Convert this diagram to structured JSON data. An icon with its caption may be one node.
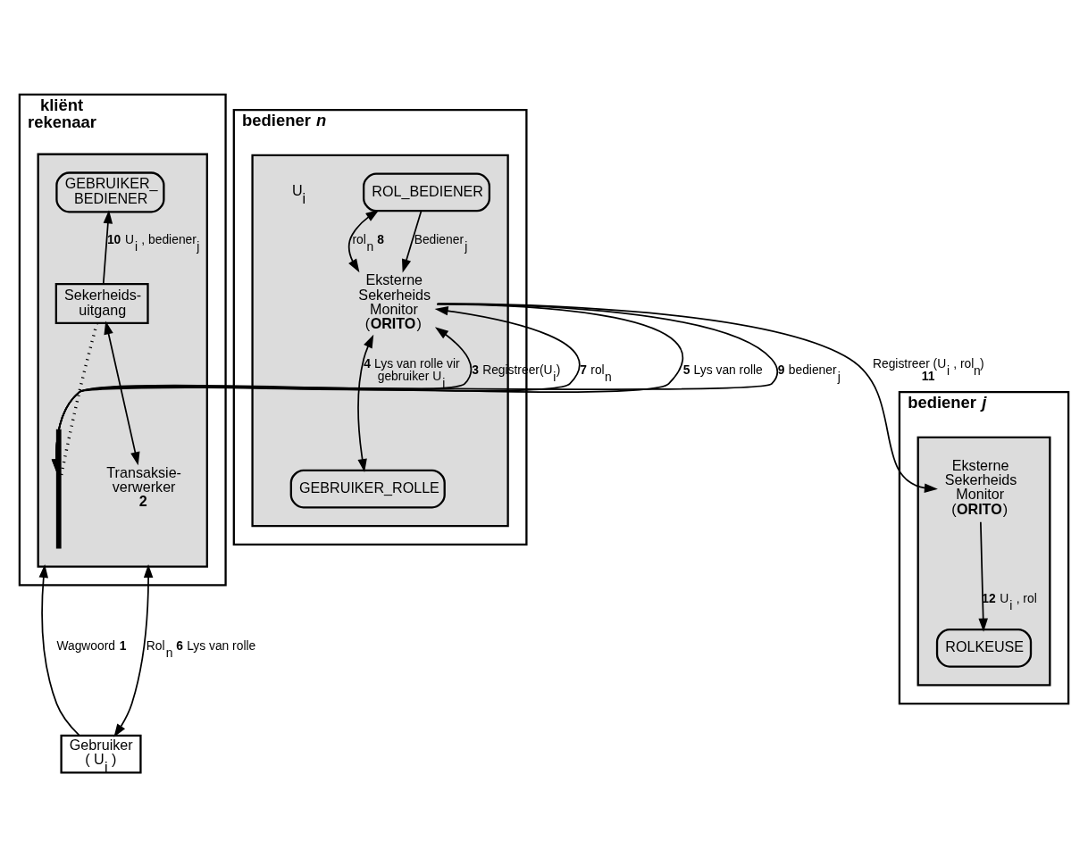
{
  "diagram": {
    "nodes": [
      {
        "text": [
          "kliënt rekenaar"
        ]
      },
      {
        "text": [],
        "shape": "box",
        "in": 0
      },
      {
        "text": [
          "GEBRUIKER_ BEDIENER"
        ],
        "in": 1
      },
      {
        "text": [
          "Sekerheids- uitgang"
        ],
        "in": 1
      },
      {
        "text": [],
        "shape": "bar",
        "in": 1
      },
      {
        "text": [
          "Transaksie- verwerker",
          "2"
        ],
        "in": 1
      },
      {
        "text": [
          "bediener *n*"
        ]
      },
      {
        "text": [],
        "shape": "box",
        "in": 6
      },
      {
        "text": [
          "ROL_BEDIENER"
        ],
        "in": 7
      },
      {
        "text": [
          "Eksterne Sekerheids Monitor (**ORITO**)"
        ],
        "in": 7
      },
      {
        "text": [
          "GEBRUIKER_ROLLE"
        ],
        "in": 7
      },
      {
        "text": [
          "bediener *j*"
        ]
      },
      {
        "text": [],
        "shape": "box",
        "in": 11
      },
      {
        "text": [
          "Eksterne Sekerheids Monitor (**ORITO**)"
        ],
        "in": 12
      },
      {
        "text": [
          "ROLKEUSE"
        ],
        "in": 12
      },
      {
        "text": [
          "Gebruiker ( U$_{i}$ )"
        ]
      }
    ],
    "edges": [
      {
        "from": 3,
        "to": 2,
        "arrow": "to",
        "label": "**10** U$_{i}$ , bediener$_{j}$"
      },
      {
        "from": 3,
        "to": 4,
        "arrow": "none",
        "style": "dashed"
      },
      {
        "from": 5,
        "to": 3,
        "arrow": "both"
      },
      {
        "from": 4,
        "to": 9,
        "arrow": "to",
        "label": "**3** Registreer(U$_{i}$)"
      },
      {
        "from": 9,
        "to": 4,
        "arrow": "to",
        "label": "**5** Lys van rolle"
      },
      {
        "from": 4,
        "to": 9,
        "arrow": "to",
        "label": "**7** rol$_{n}$"
      },
      {
        "from": 9,
        "to": 4,
        "arrow": "to",
        "label": "**9** bediener$_{j}$"
      },
      {
        "from": 8,
        "to": 9,
        "arrow": "both",
        "label": "rol$_{n}$ **8**"
      },
      {
        "from": 8,
        "to": 9,
        "arrow": "to",
        "label": "Bediener$_{j}$"
      },
      {
        "from": 9,
        "to": 10,
        "arrow": "both",
        "label": "**4** Lys van rolle vir gebruiker U$_{i}$"
      },
      {
        "from": 9,
        "to": 13,
        "arrow": "to",
        "label": "Registreer (U$_{i}$ , rol$_{n}$) **11**"
      },
      {
        "from": 13,
        "to": 14,
        "arrow": "to",
        "label": "**12** U$_{i}$ , rol"
      },
      {
        "from": 15,
        "to": 1,
        "arrow": "to",
        "label": "Wagwoord **1**"
      },
      {
        "from": 1,
        "to": 15,
        "arrow": "both",
        "label": "Rol$_{n}$ **6** Lys van rolle"
      }
    ],
    "labels": [
      "U$_{i}$"
    ]
  }
}
